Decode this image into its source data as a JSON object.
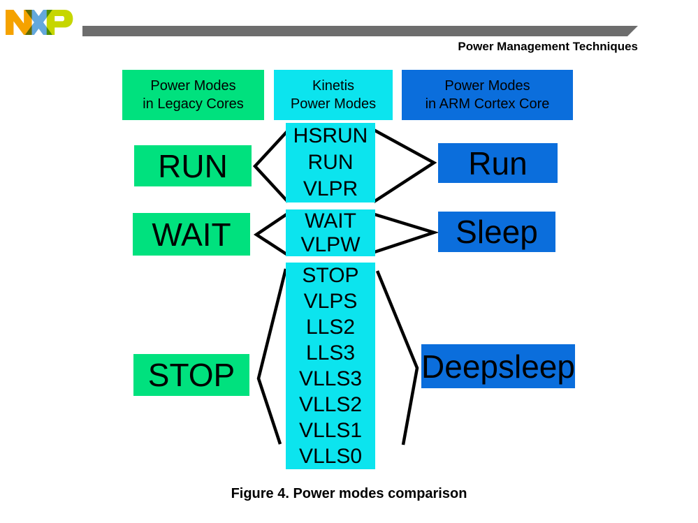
{
  "brand": {
    "name": "NXP"
  },
  "header": {
    "doc_title": "Power Management Techniques"
  },
  "figure": {
    "caption": "Figure 4. Power modes comparison"
  },
  "colors": {
    "legacy_green": "#00e17e",
    "kinetis_cyan": "#0ce4ee",
    "arm_blue": "#0b6edc",
    "bar_gray": "#6d6d6d",
    "line_black": "#000000",
    "logo_orange": "#f5a200",
    "logo_blue": "#64a8dc",
    "logo_lime": "#c6d600"
  },
  "columns": {
    "legacy": {
      "title_line1": "Power Modes",
      "title_line2": "in Legacy Cores"
    },
    "kinetis": {
      "title_line1": "Kinetis",
      "title_line2": "Power Modes"
    },
    "arm": {
      "title_line1": "Power Modes",
      "title_line2": "in ARM Cortex Core"
    }
  },
  "rows": [
    {
      "legacy": "RUN",
      "kinetis": [
        "HSRUN",
        "RUN",
        "VLPR"
      ],
      "arm": "Run"
    },
    {
      "legacy": "WAIT",
      "kinetis": [
        "WAIT",
        "VLPW"
      ],
      "arm": "Sleep"
    },
    {
      "legacy": "STOP",
      "kinetis": [
        "STOP",
        "VLPS",
        "LLS2",
        "LLS3",
        "VLLS3",
        "VLLS2",
        "VLLS1",
        "VLLS0"
      ],
      "arm": "Deepsleep"
    }
  ]
}
